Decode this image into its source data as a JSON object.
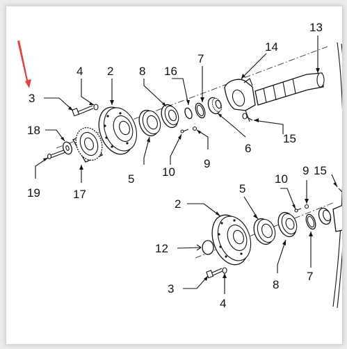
{
  "callouts": {
    "c3a": "3",
    "c4a": "4",
    "c2a": "2",
    "c8a": "8",
    "c16": "16",
    "c7a": "7",
    "c14": "14",
    "c13": "13",
    "c18": "18",
    "c19": "19",
    "c17": "17",
    "c5a": "5",
    "c10a": "10",
    "c9a": "9",
    "c6": "6",
    "c15a": "15",
    "c15b": "15",
    "c2b": "2",
    "c12": "12",
    "c3b": "3",
    "c4b": "4",
    "c5b": "5",
    "c10b": "10",
    "c9b": "9",
    "c8b": "8",
    "c7b": "7"
  },
  "colors": {
    "indicator_arrow": "#e0443c",
    "line": "#111111",
    "paper": "#ffffff"
  },
  "icons": {
    "indicator": "red-arrow-icon"
  }
}
